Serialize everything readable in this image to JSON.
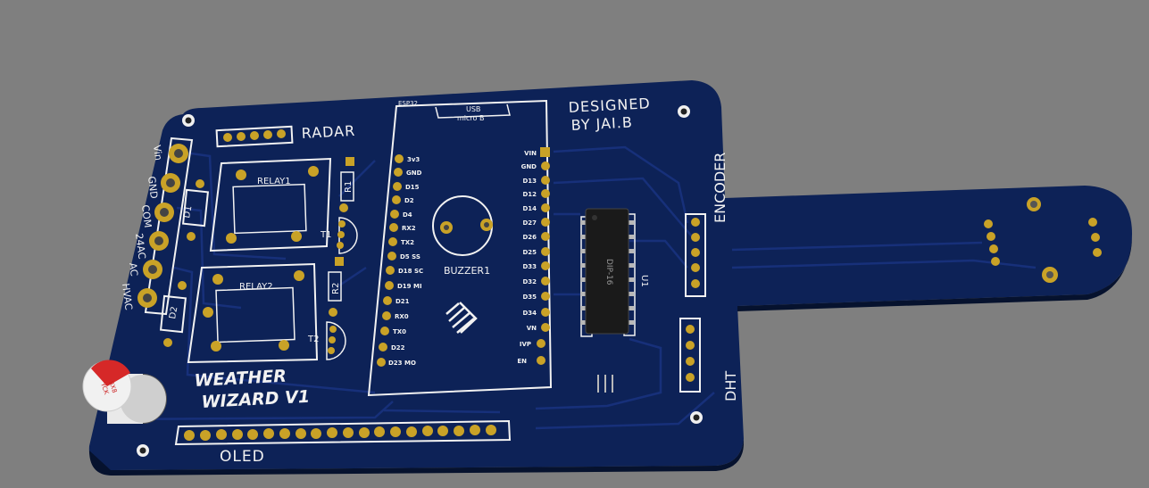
{
  "board": {
    "title_line1": "WEATHER",
    "title_line2": "WIZARD V1",
    "designer_line1": "DESIGNED",
    "designer_line2": "BY JAI.B",
    "colors": {
      "background": "#7f7f7f",
      "pcb": "#0d2257",
      "silkscreen": "#f2f2f2",
      "copper": "#c9a227",
      "ic_body": "#1a1a1a"
    }
  },
  "labels": {
    "radar": "RADAR",
    "oled": "OLED",
    "encoder": "ENCODER",
    "dht": "DHT",
    "relay1": "RELAY1",
    "relay2": "RELAY2",
    "buzzer": "BUZZER1",
    "d1": "D1",
    "d2": "D2",
    "r1": "R1",
    "r2": "R2",
    "t1": "T1",
    "t2": "T2",
    "u1": "U1",
    "esp32": "ESP32",
    "usb_line1": "USB",
    "usb_line2": "micro B",
    "ic_marking": "DIP-16",
    "cap_line1": "8X8",
    "cap_line2": "YCK"
  },
  "power_terminal_labels": [
    "Vin",
    "GND",
    "COM",
    "24AC",
    "AC",
    "HVAC"
  ],
  "esp32_left_pins": [
    "3v3",
    "GND",
    "D15",
    "D2",
    "D4",
    "RX2",
    "TX2",
    "D5 SS",
    "D18 SC",
    "D19 MI",
    "D21",
    "RX0",
    "TX0",
    "D22",
    "D23 MO"
  ],
  "esp32_right_pins": [
    "VIN",
    "GND",
    "D13",
    "D12",
    "D14",
    "D27",
    "D26",
    "D25",
    "D33",
    "D32",
    "D35",
    "D34",
    "VN",
    "IVP",
    "EN"
  ]
}
